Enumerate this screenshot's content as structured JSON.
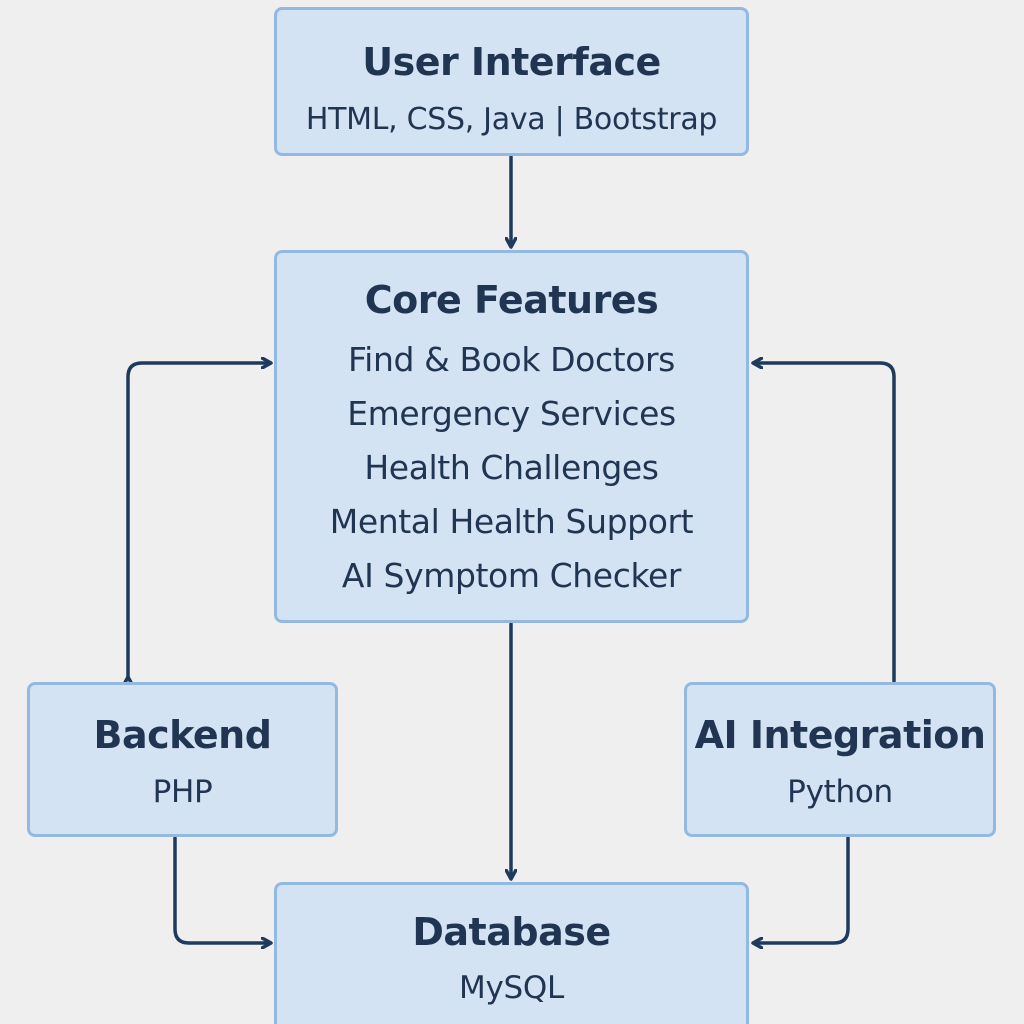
{
  "nodes": {
    "user_interface": {
      "title": "User Interface",
      "tech": "HTML, CSS, Java  | Bootstrap"
    },
    "core_features": {
      "title": "Core Features",
      "items": [
        "Find & Book Doctors",
        "Emergency Services",
        "Health Challenges",
        "Mental Health Support",
        "AI Symptom Checker"
      ]
    },
    "backend": {
      "title": "Backend",
      "tech": "PHP"
    },
    "ai_integration": {
      "title": "AI Integration",
      "tech": "Python"
    },
    "database": {
      "title": "Database",
      "tech": "MySQL"
    }
  },
  "edges": [
    {
      "from": "User Interface",
      "to": "Core Features"
    },
    {
      "from": "Core Features",
      "to": "Backend",
      "bidirectional": true
    },
    {
      "from": "AI Integration",
      "to": "Core Features"
    },
    {
      "from": "Core Features",
      "to": "Database"
    },
    {
      "from": "Backend",
      "to": "Database"
    },
    {
      "from": "AI Integration",
      "to": "Database"
    }
  ],
  "colors": {
    "background": "#efefef",
    "node_fill": "#d4e3f4",
    "node_border": "#93b9e0",
    "text": "#1f3552",
    "edge": "#1f3a5c"
  }
}
